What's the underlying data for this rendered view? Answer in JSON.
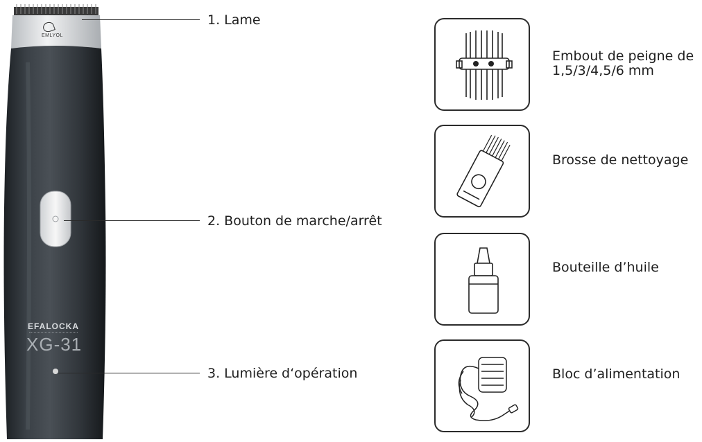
{
  "device": {
    "logo_small": "EMLYOL",
    "brand": "EFALOCKA",
    "model": "XG-31"
  },
  "callouts": [
    {
      "label": "1. Lame"
    },
    {
      "label": "2. Bouton de marche/arrêt"
    },
    {
      "label": "3. Lumière d‘opération"
    }
  ],
  "accessories": [
    {
      "label_line1": "Embout de peigne de",
      "label_line2": "1,5/3/4,5/6 mm",
      "icon": "comb-attachment-icon"
    },
    {
      "label_line1": "Brosse de nettoyage",
      "label_line2": "",
      "icon": "cleaning-brush-icon"
    },
    {
      "label_line1": "Bouteille d’huile",
      "label_line2": "",
      "icon": "oil-bottle-icon"
    },
    {
      "label_line1": "Bloc d’alimentation",
      "label_line2": "",
      "icon": "power-adapter-icon"
    }
  ],
  "colors": {
    "body_dark": "#2e3338",
    "blade_silver": "#d9dcdf",
    "line": "#2a2a2a"
  }
}
